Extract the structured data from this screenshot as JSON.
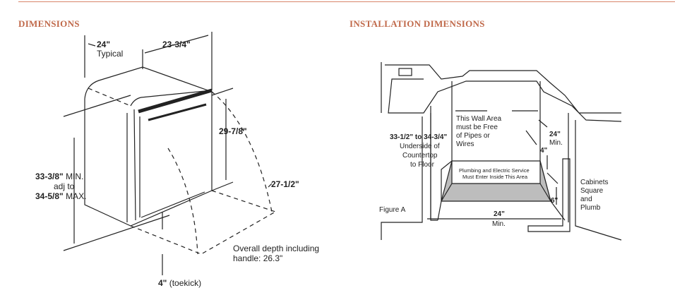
{
  "headings": {
    "dimensions": "DIMENSIONS",
    "installation": "INSTALLATION DIMENSIONS"
  },
  "accent_color": "#c0694a",
  "dimensions": {
    "width_typical": "24\"",
    "typical": "Typical",
    "depth": "23-3/4\"",
    "door_height": "29-7/8\"",
    "door_open": "27-1/2\"",
    "height_min": "33-3/8\"",
    "min_label": "MIN.",
    "adj_to": "adj to",
    "height_max": "34-5/8\"",
    "max_label": "MAX.",
    "overall_depth_line1": "Overall depth including",
    "overall_depth_line2": "handle: 26.3\"",
    "toekick_value": "4\"",
    "toekick_label": "(toekick)"
  },
  "installation": {
    "wall_area": [
      "This Wall Area",
      "must be Free",
      "of Pipes or",
      "Wires"
    ],
    "height_range": "33-1/2\" to 34-3/4\"",
    "height_desc": [
      "Underside of",
      "Countertop",
      "to Floor"
    ],
    "service_area": [
      "Plumbing and Electric Service",
      "Must Enter Inside This Area"
    ],
    "depth_min_value": "24\"",
    "depth_min_label": "Min.",
    "four_inch": "4\"",
    "six_inch": "6\"",
    "width_min_value": "24\"",
    "width_min_label": "Min.",
    "figure": "Figure A",
    "cabinets": [
      "Cabinets",
      "Square",
      "and",
      "Plumb"
    ]
  }
}
